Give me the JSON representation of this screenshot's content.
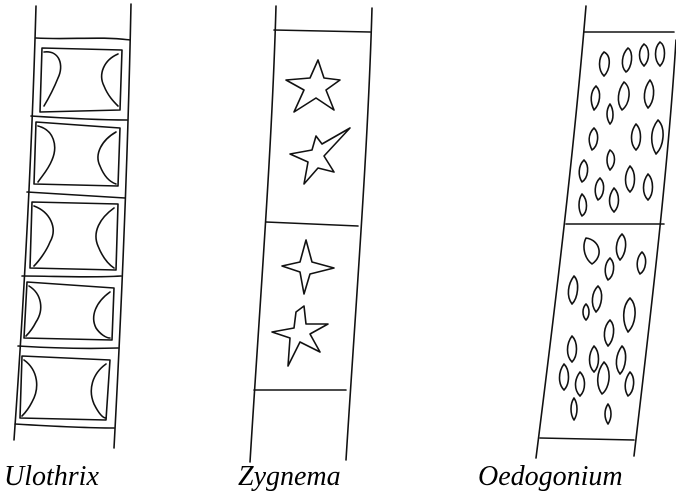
{
  "figure": {
    "panels": [
      {
        "id": "ulothrix",
        "label": "Ulothrix"
      },
      {
        "id": "zygnema",
        "label": "Zygnema"
      },
      {
        "id": "oedogonium",
        "label": "Oedogonium"
      }
    ]
  }
}
